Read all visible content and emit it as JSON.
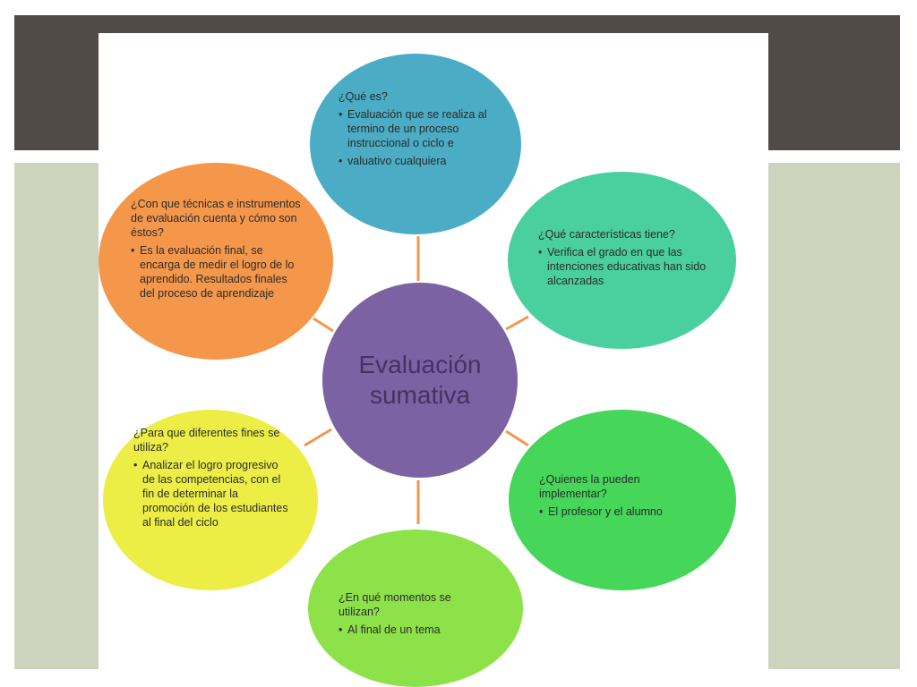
{
  "diagram": {
    "center": {
      "title": "Evaluación sumativa",
      "color": "#7b62a3"
    },
    "nodes": [
      {
        "id": "que-es",
        "question": "¿Qué es?",
        "items": [
          "Evaluación que se realiza al termino de un proceso instruccional o ciclo e",
          "valuativo cualquiera"
        ],
        "color": "#4aacc5"
      },
      {
        "id": "caracteristicas",
        "question": "¿Qué características tiene?",
        "items": [
          "Verifica el grado en que las intenciones educativas han sido alcanzadas"
        ],
        "color": "#4ad09e"
      },
      {
        "id": "quienes",
        "question": "¿Quienes la pueden implementar?",
        "items": [
          "El profesor y el alumno"
        ],
        "color": "#45d65a"
      },
      {
        "id": "momentos",
        "question": "¿En qué momentos se utilizan?",
        "items": [
          "Al final de un tema"
        ],
        "color": "#8de24a"
      },
      {
        "id": "fines",
        "question": "¿Para que diferentes fines se utiliza?",
        "items": [
          "Analizar el logro progresivo de las competencias, con el fin de determinar la promoción de los estudiantes al final del ciclo"
        ],
        "color": "#ecee45"
      },
      {
        "id": "tecnicas",
        "question": "¿Con que técnicas e instrumentos de evaluación cuenta y cómo son éstos?",
        "items": [
          "Es la evaluación final, se encarga de medir el logro de lo aprendido. Resultados finales del proceso de aprendizaje"
        ],
        "color": "#f5974a"
      }
    ],
    "connector_color": "#f5974a"
  },
  "theme": {
    "band_color": "#524a47",
    "side_color": "#cdd3bd"
  }
}
